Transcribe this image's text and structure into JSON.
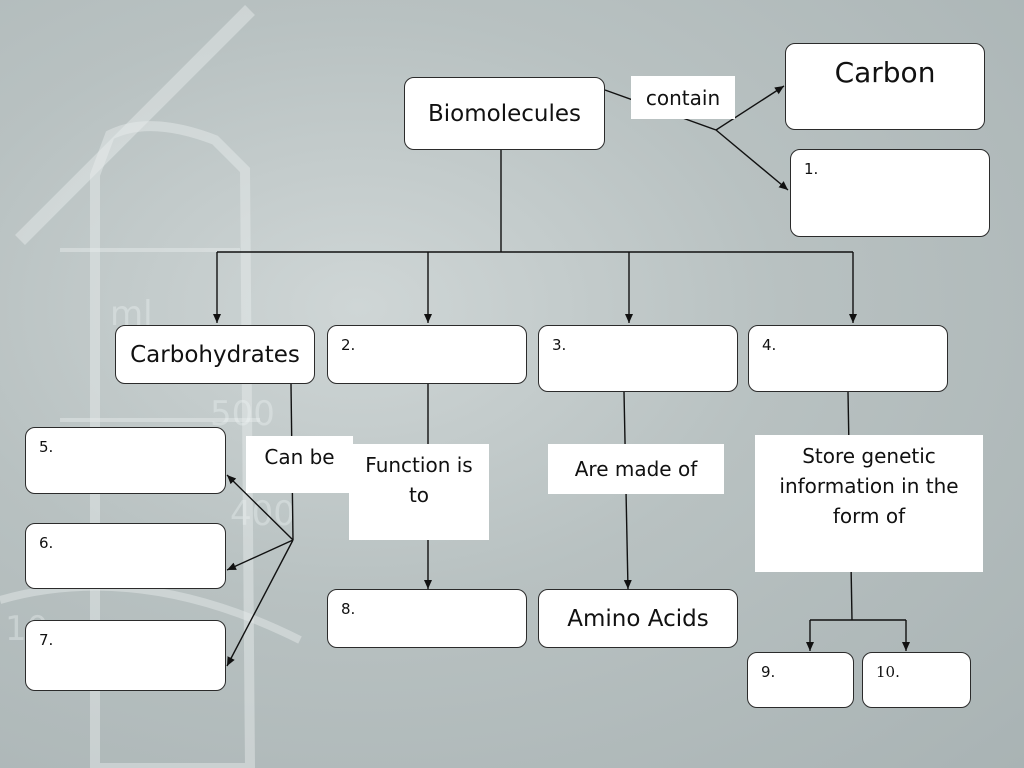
{
  "concept_map": {
    "root": "Biomolecules",
    "link_contain": "contain",
    "carbon": "Carbon",
    "blank1": "1.",
    "carbohydrates": "Carbohydrates",
    "blank2": "2.",
    "blank3": "3.",
    "blank4": "4.",
    "link_can_be": "Can be",
    "blank5": "5.",
    "blank6": "6.",
    "blank7": "7.",
    "link_function": "Function is to",
    "blank8": "8.",
    "link_made_of": "Are made of",
    "amino_acids": "Amino Acids",
    "link_genetic": "Store genetic information in the form of",
    "blank9": "9.",
    "blank10": "10."
  }
}
